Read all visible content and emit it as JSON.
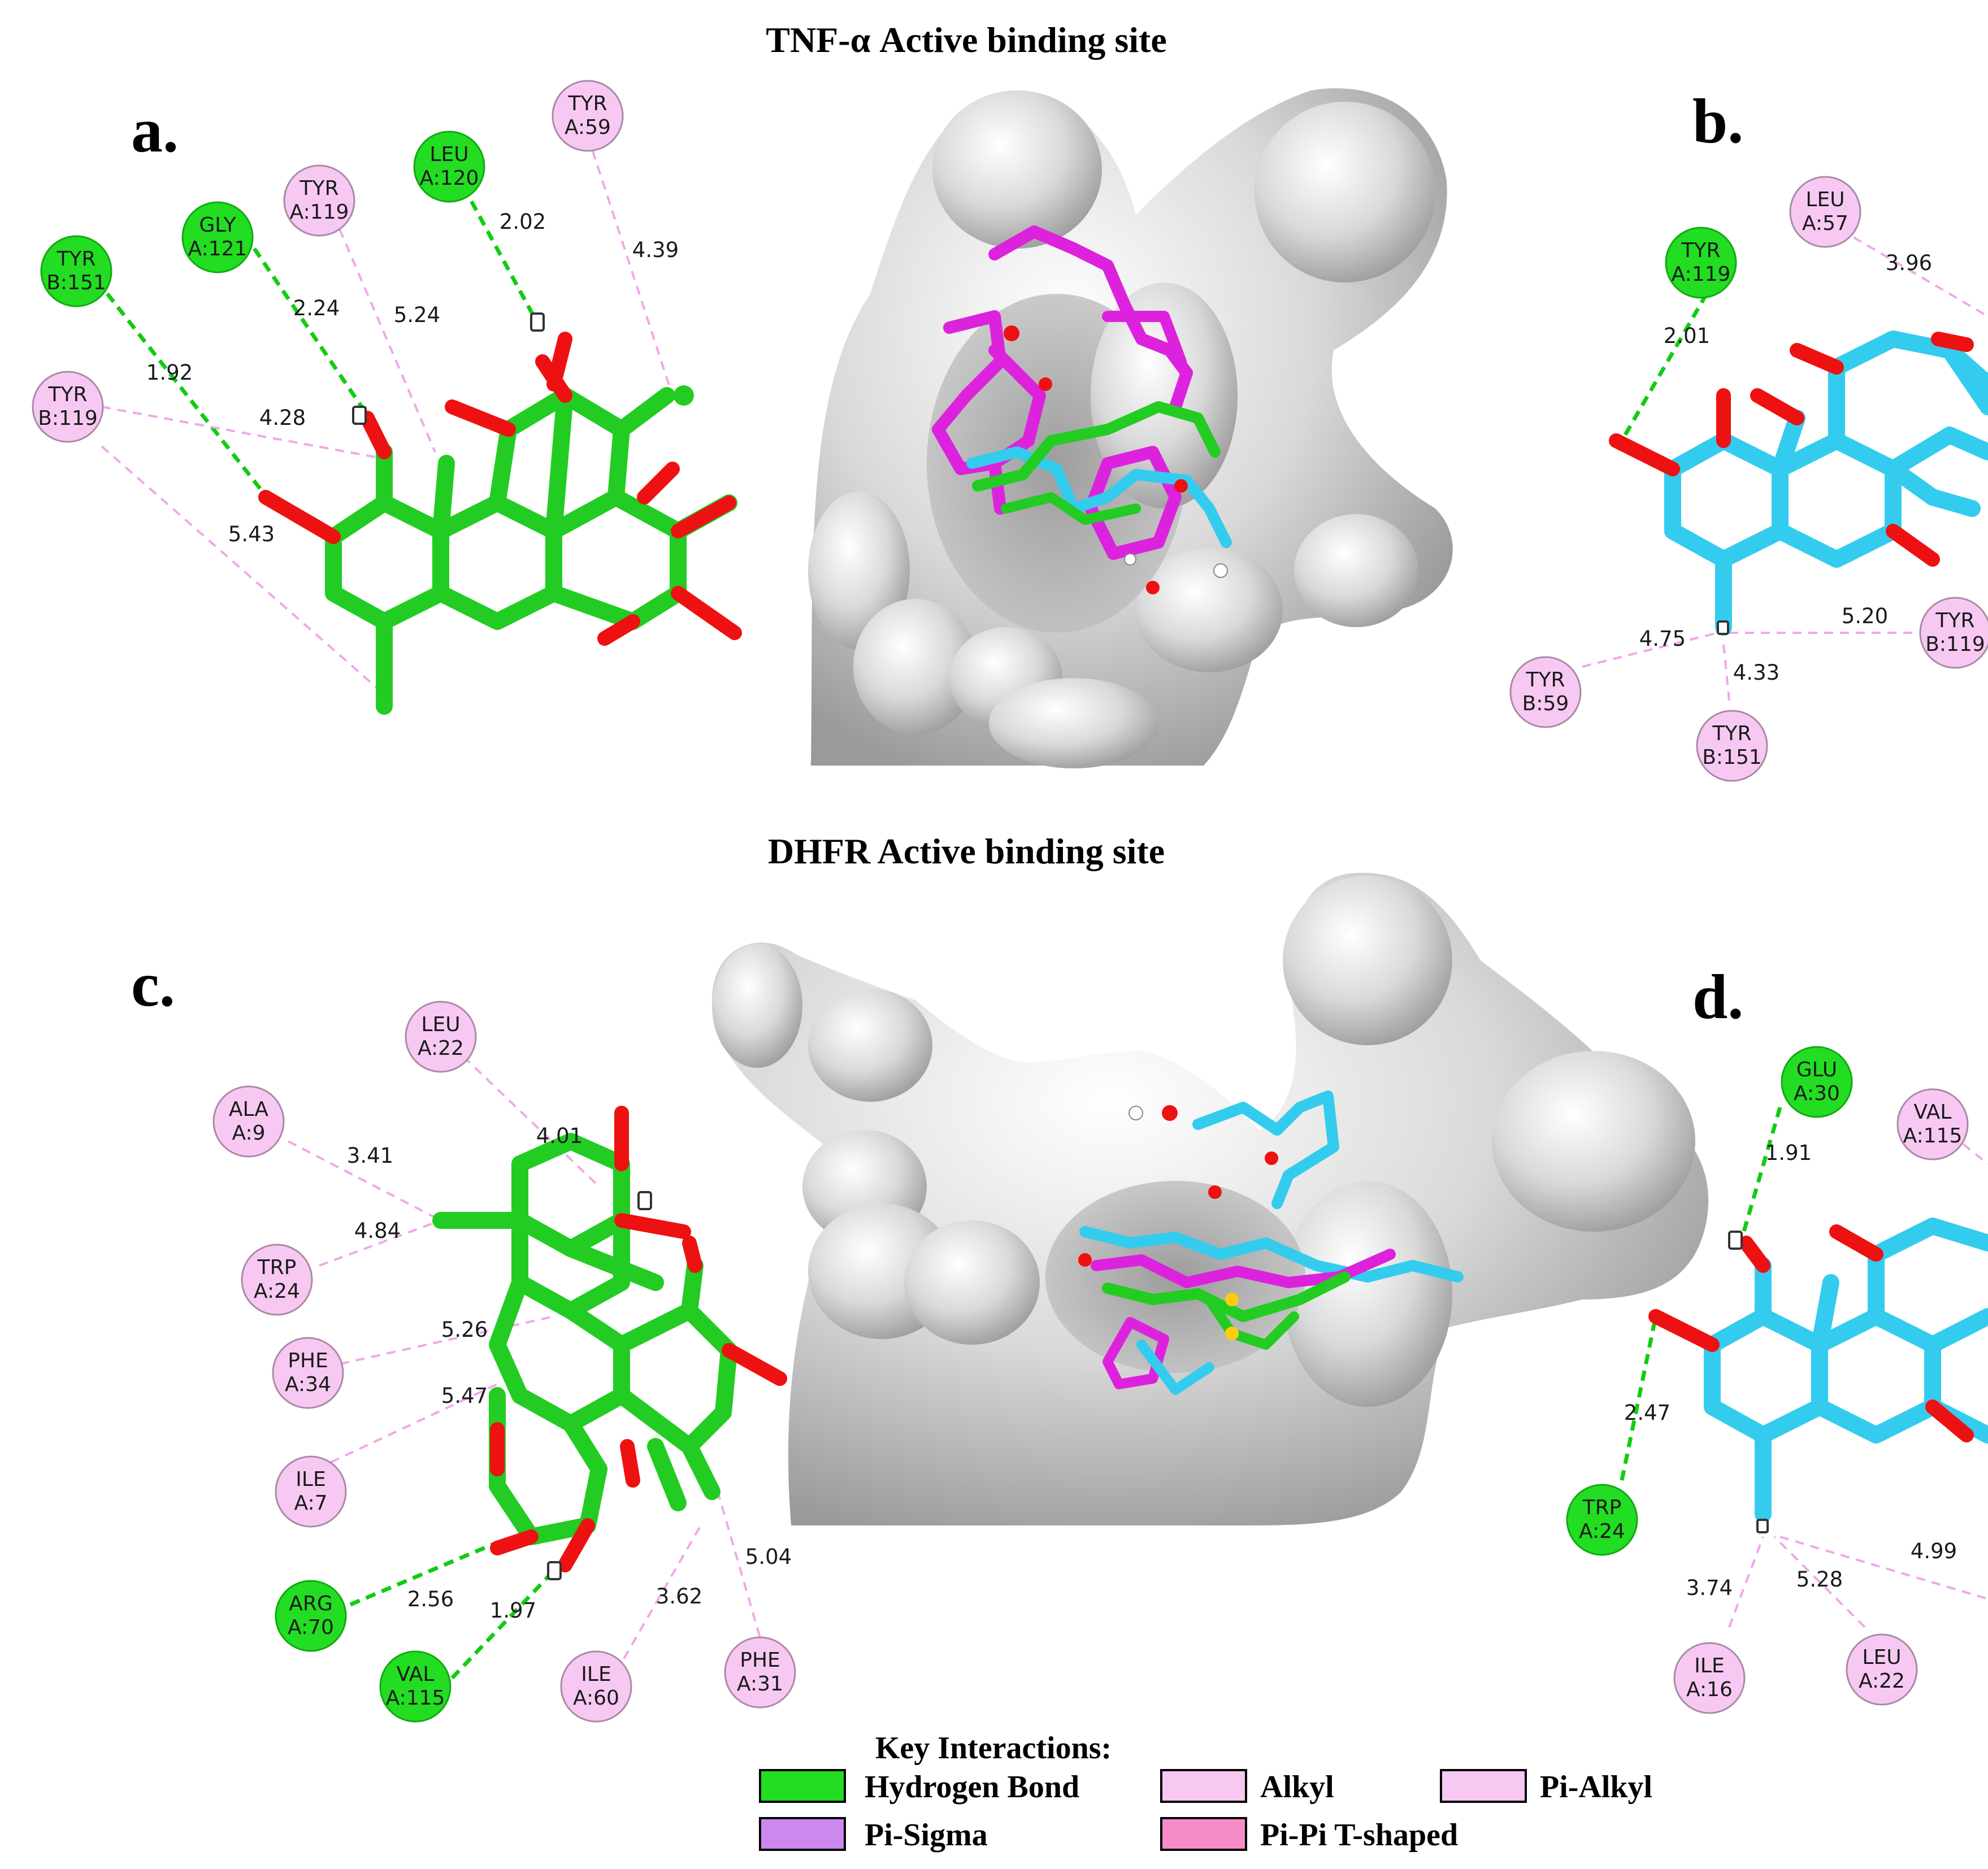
{
  "titles": {
    "top": "TNF-α Active binding site",
    "bottom": "DHFR Active binding site"
  },
  "panel_labels": {
    "a": "a.",
    "b": "b.",
    "c": "c.",
    "d": "d."
  },
  "colors": {
    "hbond": "#22dd22",
    "hbond_dark": "#11aa11",
    "alkyl": "#f7c9f2",
    "alkyl_stroke": "#a98aa6",
    "pi_sigma": "#cc88ee",
    "pipi": "#f58cc8",
    "ligand_green": "#22cc22",
    "ligand_cyan": "#33ccee",
    "ligand_magenta": "#dd22dd",
    "oxygen": "#ee1111",
    "surface": "#d6d6d6",
    "dashed_pink": "#f0a8e8",
    "dashed_green": "#11cc11"
  },
  "residues": {
    "a": [
      {
        "id": "tyr_b151",
        "l1": "TYR",
        "l2": "B:151",
        "type": "hbond"
      },
      {
        "id": "gly_a121",
        "l1": "GLY",
        "l2": "A:121",
        "type": "hbond"
      },
      {
        "id": "tyr_a119",
        "l1": "TYR",
        "l2": "A:119",
        "type": "alkyl"
      },
      {
        "id": "leu_a120",
        "l1": "LEU",
        "l2": "A:120",
        "type": "hbond"
      },
      {
        "id": "tyr_a59",
        "l1": "TYR",
        "l2": "A:59",
        "type": "alkyl"
      },
      {
        "id": "tyr_b119",
        "l1": "TYR",
        "l2": "B:119",
        "type": "alkyl"
      }
    ],
    "b": [
      {
        "id": "tyr_a119",
        "l1": "TYR",
        "l2": "A:119",
        "type": "hbond"
      },
      {
        "id": "leu_a57",
        "l1": "LEU",
        "l2": "A:57",
        "type": "alkyl"
      },
      {
        "id": "tyr_b59",
        "l1": "TYR",
        "l2": "B:59",
        "type": "alkyl"
      },
      {
        "id": "tyr_b151",
        "l1": "TYR",
        "l2": "B:151",
        "type": "alkyl"
      },
      {
        "id": "tyr_b119",
        "l1": "TYR",
        "l2": "B:119",
        "type": "alkyl"
      }
    ],
    "c": [
      {
        "id": "leu_a22",
        "l1": "LEU",
        "l2": "A:22",
        "type": "alkyl"
      },
      {
        "id": "ala_a9",
        "l1": "ALA",
        "l2": "A:9",
        "type": "alkyl"
      },
      {
        "id": "trp_a24",
        "l1": "TRP",
        "l2": "A:24",
        "type": "alkyl"
      },
      {
        "id": "phe_a34",
        "l1": "PHE",
        "l2": "A:34",
        "type": "alkyl"
      },
      {
        "id": "ile_a7",
        "l1": "ILE",
        "l2": "A:7",
        "type": "alkyl"
      },
      {
        "id": "arg_a70",
        "l1": "ARG",
        "l2": "A:70",
        "type": "hbond"
      },
      {
        "id": "val_a115",
        "l1": "VAL",
        "l2": "A:115",
        "type": "hbond"
      },
      {
        "id": "ile_a60",
        "l1": "ILE",
        "l2": "A:60",
        "type": "alkyl"
      },
      {
        "id": "phe_a31",
        "l1": "PHE",
        "l2": "A:31",
        "type": "alkyl"
      }
    ],
    "d": [
      {
        "id": "glu_a30",
        "l1": "GLU",
        "l2": "A:30",
        "type": "hbond"
      },
      {
        "id": "val_a115",
        "l1": "VAL",
        "l2": "A:115",
        "type": "alkyl"
      },
      {
        "id": "trp_a24",
        "l1": "TRP",
        "l2": "A:24",
        "type": "hbond"
      },
      {
        "id": "ile_a16",
        "l1": "ILE",
        "l2": "A:16",
        "type": "alkyl"
      },
      {
        "id": "leu_a22",
        "l1": "LEU",
        "l2": "A:22",
        "type": "alkyl"
      }
    ]
  },
  "distances": {
    "a": [
      "1.92",
      "2.24",
      "5.24",
      "2.02",
      "4.39",
      "4.28",
      "5.43"
    ],
    "b": [
      "3.96",
      "2.01",
      "4.75",
      "4.33",
      "5.20"
    ],
    "c": [
      "4.01",
      "3.41",
      "4.84",
      "5.26",
      "5.47",
      "2.56",
      "1.97",
      "3.62",
      "5.04"
    ],
    "d": [
      "1.91",
      "2.47",
      "3.74",
      "5.28",
      "4.99"
    ]
  },
  "legend": {
    "title": "Key Interactions:",
    "items": [
      {
        "label": "Hydrogen Bond",
        "color": "#22dd22"
      },
      {
        "label": "Alkyl",
        "color": "#f7c9f2"
      },
      {
        "label": "Pi-Alkyl",
        "color": "#f7c9f2"
      },
      {
        "label": "Pi-Sigma",
        "color": "#cc88ee"
      },
      {
        "label": "Pi-Pi T-shaped",
        "color": "#f58cc8"
      }
    ]
  }
}
